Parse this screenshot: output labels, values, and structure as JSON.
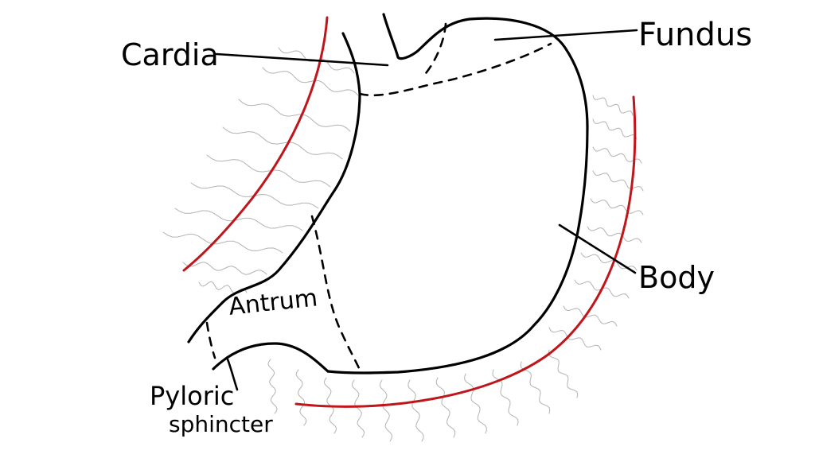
{
  "diagram": {
    "labels": {
      "cardia": "Cardia",
      "fundus": "Fundus",
      "body": "Body",
      "antrum": "Antrum",
      "pyloric_line1": "Pyloric",
      "pyloric_line2": "sphincter"
    },
    "colors": {
      "outline": "#000000",
      "muscle_line": "#c0161b",
      "texture": "#9a9a9a",
      "background": "#ffffff"
    }
  }
}
